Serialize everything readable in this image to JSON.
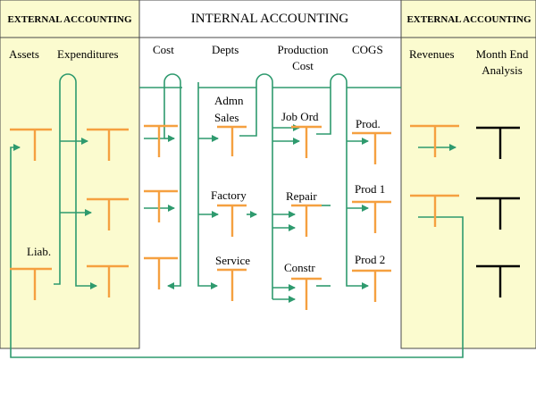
{
  "colors": {
    "external_bg": "#fbfbcf",
    "border": "#4a4a4a",
    "flow": "#2e9a6e",
    "account_internal": "#f5a040",
    "account_analysis": "#000000"
  },
  "headers": {
    "external_left": "EXTERNAL ACCOUNTING",
    "internal": "INTERNAL ACCOUNTING",
    "external_right": "EXTERNAL ACCOUNTING"
  },
  "columns": {
    "assets": "Assets",
    "expenditures": "Expenditures",
    "cost": "Cost",
    "depts": "Depts",
    "production_cost_1": "Production",
    "production_cost_2": "Cost",
    "cogs": "COGS",
    "revenues": "Revenues",
    "month_end_1": "Month End",
    "month_end_2": "Analysis"
  },
  "labels": {
    "liab": "Liab.",
    "admn": "Admn",
    "sales": "Sales",
    "factory": "Factory",
    "service": "Service",
    "job_ord": "Job Ord",
    "repair": "Repair",
    "constr": "Constr",
    "prod": "Prod.",
    "prod1": "Prod 1",
    "prod2": "Prod 2"
  }
}
